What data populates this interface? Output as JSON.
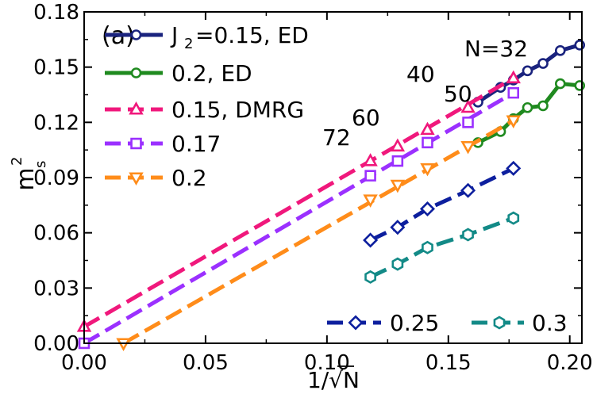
{
  "chart_data": {
    "type": "line",
    "panel_label": "(a)",
    "xlabel": "1/√N",
    "ylabel_main": "m",
    "ylabel_sup": "2",
    "ylabel_sub": "s",
    "xlim": [
      0.0,
      0.205
    ],
    "ylim": [
      0.0,
      0.18
    ],
    "x_ticks": [
      0.0,
      0.05,
      0.1,
      0.15,
      0.2
    ],
    "x_tick_labels": [
      "0.00",
      "0.05",
      "0.10",
      "0.15",
      "0.20"
    ],
    "y_ticks": [
      0.0,
      0.03,
      0.06,
      0.09,
      0.12,
      0.15,
      0.18
    ],
    "y_tick_labels": [
      "0.00",
      "0.03",
      "0.06",
      "0.09",
      "0.12",
      "0.15",
      "0.18"
    ],
    "grid": false,
    "legend_placement": "top-left and bottom-right",
    "size_labels": [
      {
        "text": "N=32",
        "x": 0.1768,
        "y": 0.154
      },
      {
        "text": "40",
        "x": 0.1581,
        "y": 0.135
      },
      {
        "text": "50",
        "x": 0.1414,
        "y": 0.128
      },
      {
        "text": "60",
        "x": 0.1291,
        "y": 0.115
      },
      {
        "text": "72",
        "x": 0.1179,
        "y": 0.103
      }
    ],
    "series": [
      {
        "name": "J",
        "name_sub": "2",
        "name_rest": "=0.15, ED",
        "color": "#1a237e",
        "marker": "circle",
        "dash": "solid",
        "x": [
          0.1622,
          0.1715,
          0.1768,
          0.1826,
          0.189,
          0.1961,
          0.2041
        ],
        "y": [
          0.131,
          0.139,
          0.143,
          0.148,
          0.152,
          0.159,
          0.162
        ]
      },
      {
        "name": "0.2, ED",
        "color": "#1f8a1f",
        "marker": "circle",
        "dash": "solid",
        "x": [
          0.1622,
          0.1715,
          0.1768,
          0.1826,
          0.189,
          0.1961,
          0.2041
        ],
        "y": [
          0.109,
          0.115,
          0.122,
          0.128,
          0.129,
          0.141,
          0.14
        ]
      },
      {
        "name": "0.15, DMRG",
        "color": "#f0187c",
        "marker": "triangle-up",
        "dash": "dashed",
        "x": [
          0.1768,
          0.1581,
          0.1414,
          0.1291,
          0.1179,
          0.0
        ],
        "y": [
          0.144,
          0.128,
          0.116,
          0.107,
          0.099,
          0.009
        ],
        "fit": [
          [
            0.0,
            0.009
          ],
          [
            0.1768,
            0.144
          ]
        ]
      },
      {
        "name": "0.17",
        "color": "#9b30ff",
        "marker": "square",
        "dash": "dashed",
        "x": [
          0.1768,
          0.1581,
          0.1414,
          0.1291,
          0.1179,
          0.0
        ],
        "y": [
          0.136,
          0.12,
          0.109,
          0.099,
          0.091,
          0.0
        ],
        "fit": [
          [
            0.0,
            0.0
          ],
          [
            0.1768,
            0.136
          ]
        ]
      },
      {
        "name": "0.2",
        "color": "#ff8c1a",
        "marker": "triangle-down",
        "dash": "dashed",
        "x": [
          0.1768,
          0.1581,
          0.1414,
          0.1291,
          0.1179,
          0.0162
        ],
        "y": [
          0.121,
          0.107,
          0.095,
          0.086,
          0.078,
          0.0
        ],
        "fit": [
          [
            0.0162,
            0.0
          ],
          [
            0.1768,
            0.121
          ]
        ]
      },
      {
        "name": "0.25",
        "color": "#0d1f9e",
        "marker": "diamond",
        "dash": "dashed",
        "x": [
          0.1179,
          0.1291,
          0.1414,
          0.1581,
          0.1768
        ],
        "y": [
          0.056,
          0.063,
          0.073,
          0.083,
          0.095
        ]
      },
      {
        "name": "0.3",
        "color": "#138a87",
        "marker": "hexagon",
        "dash": "dashed",
        "x": [
          0.1179,
          0.1291,
          0.1414,
          0.1581,
          0.1768
        ],
        "y": [
          0.036,
          0.043,
          0.052,
          0.059,
          0.068
        ]
      }
    ]
  }
}
